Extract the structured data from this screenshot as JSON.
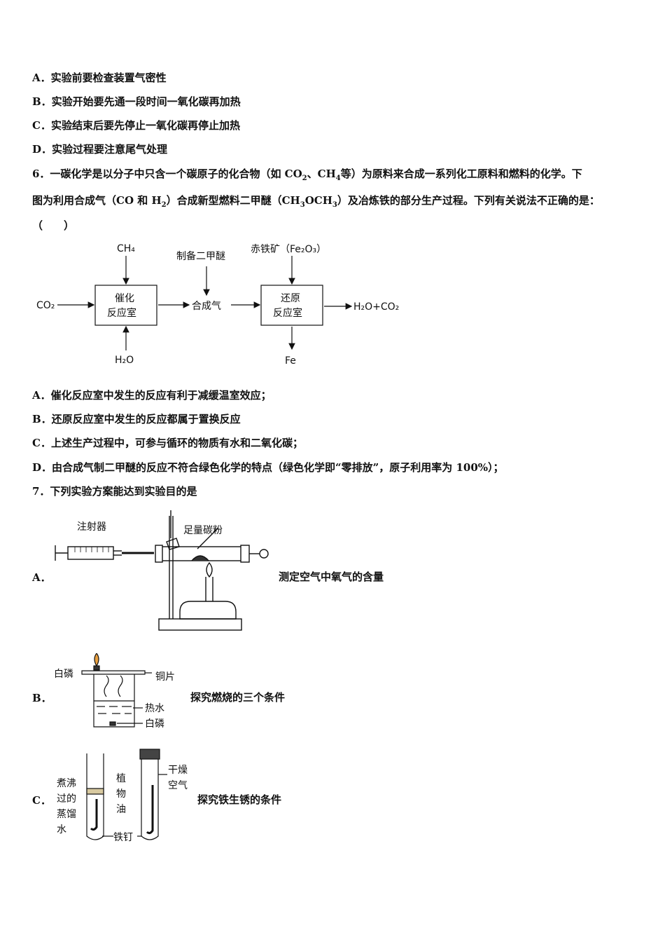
{
  "q5_options": [
    "A．实验前要检查装置气密性",
    "B．实验开始要先通一段时间一氧化碳再加热",
    "C．实验结束后要先停止一氧化碳再停止加热",
    "D．实验过程要注意尾气处理"
  ],
  "q6": {
    "stem_line1_a": "6．一碳化学是以分子中只含一个碳原子的化合物（如 CO",
    "stem_line1_b": "、CH",
    "stem_line1_c": "等）为原料来合成一系列化工原料和燃料的化学。下",
    "stem_line2_a": "图为利用合成气（CO 和 H",
    "stem_line2_b": "）合成新型燃料二甲醚（CH",
    "stem_line2_c": "OCH",
    "stem_line2_d": "）及冶炼铁的部分生产过程。下列有关说法不正确的是：",
    "stem_line3": "（　　）",
    "diagram": {
      "ch4": "CH₄",
      "co2_in": "CO₂",
      "h2o_in": "H₂O",
      "catalytic_room": [
        "催化",
        "反应室"
      ],
      "prepare_dme": "制备二甲醚",
      "syngas": "合成气",
      "hematite": "赤铁矿（Fe₂O₃）",
      "reduction_room": [
        "还原",
        "反应室"
      ],
      "output": "H₂O+CO₂",
      "fe": "Fe"
    },
    "options": [
      "A．催化反应室中发生的反应有利于减缓温室效应；",
      "B．还原反应室中发生的反应都属于置换反应",
      "C．上述生产过程中，可参与循环的物质有水和二氧化碳；",
      "D．由合成气制二甲醚的反应不符合绿色化学的特点（绿色化学即“零排放”，原子利用率为 100%）；"
    ]
  },
  "q7": {
    "stem": "7．下列实验方案能达到实验目的是",
    "a": {
      "label": "A．",
      "syringe": "注射器",
      "carbon": "足量碳粉",
      "caption": "测定空气中氧气的含量"
    },
    "b": {
      "label": "B．",
      "white_p_top": "白磷",
      "copper": "铜片",
      "hot_water": "热水",
      "white_p_bottom": "白磷",
      "caption": "探究燃烧的三个条件"
    },
    "c": {
      "label": "C．",
      "boiled": [
        "煮沸",
        "过的",
        "蒸馏",
        "水"
      ],
      "oil": [
        "植",
        "物",
        "油"
      ],
      "dry_air": [
        "干燥",
        "空气"
      ],
      "nail": "铁钉",
      "caption": "探究铁生锈的条件"
    }
  }
}
